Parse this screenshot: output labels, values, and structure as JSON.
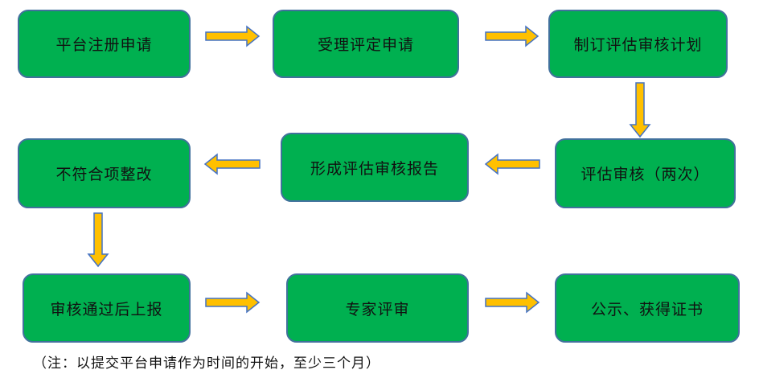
{
  "steps": {
    "s1": "平台注册申请",
    "s2": "受理评定申请",
    "s3": "制订评估审核计划",
    "s4": "评估审核（两次）",
    "s5": "形成评估审核报告",
    "s6": "不符合项整改",
    "s7": "审核通过后上报",
    "s8": "专家评审",
    "s9": "公示、获得证书"
  },
  "note": "（注：以提交平台申请作为时间的开始，至少三个月）",
  "colors": {
    "box_fill": "#00b050",
    "box_border": "#41719c",
    "arrow_fill": "#ffc000",
    "arrow_stroke": "#4472c4"
  }
}
